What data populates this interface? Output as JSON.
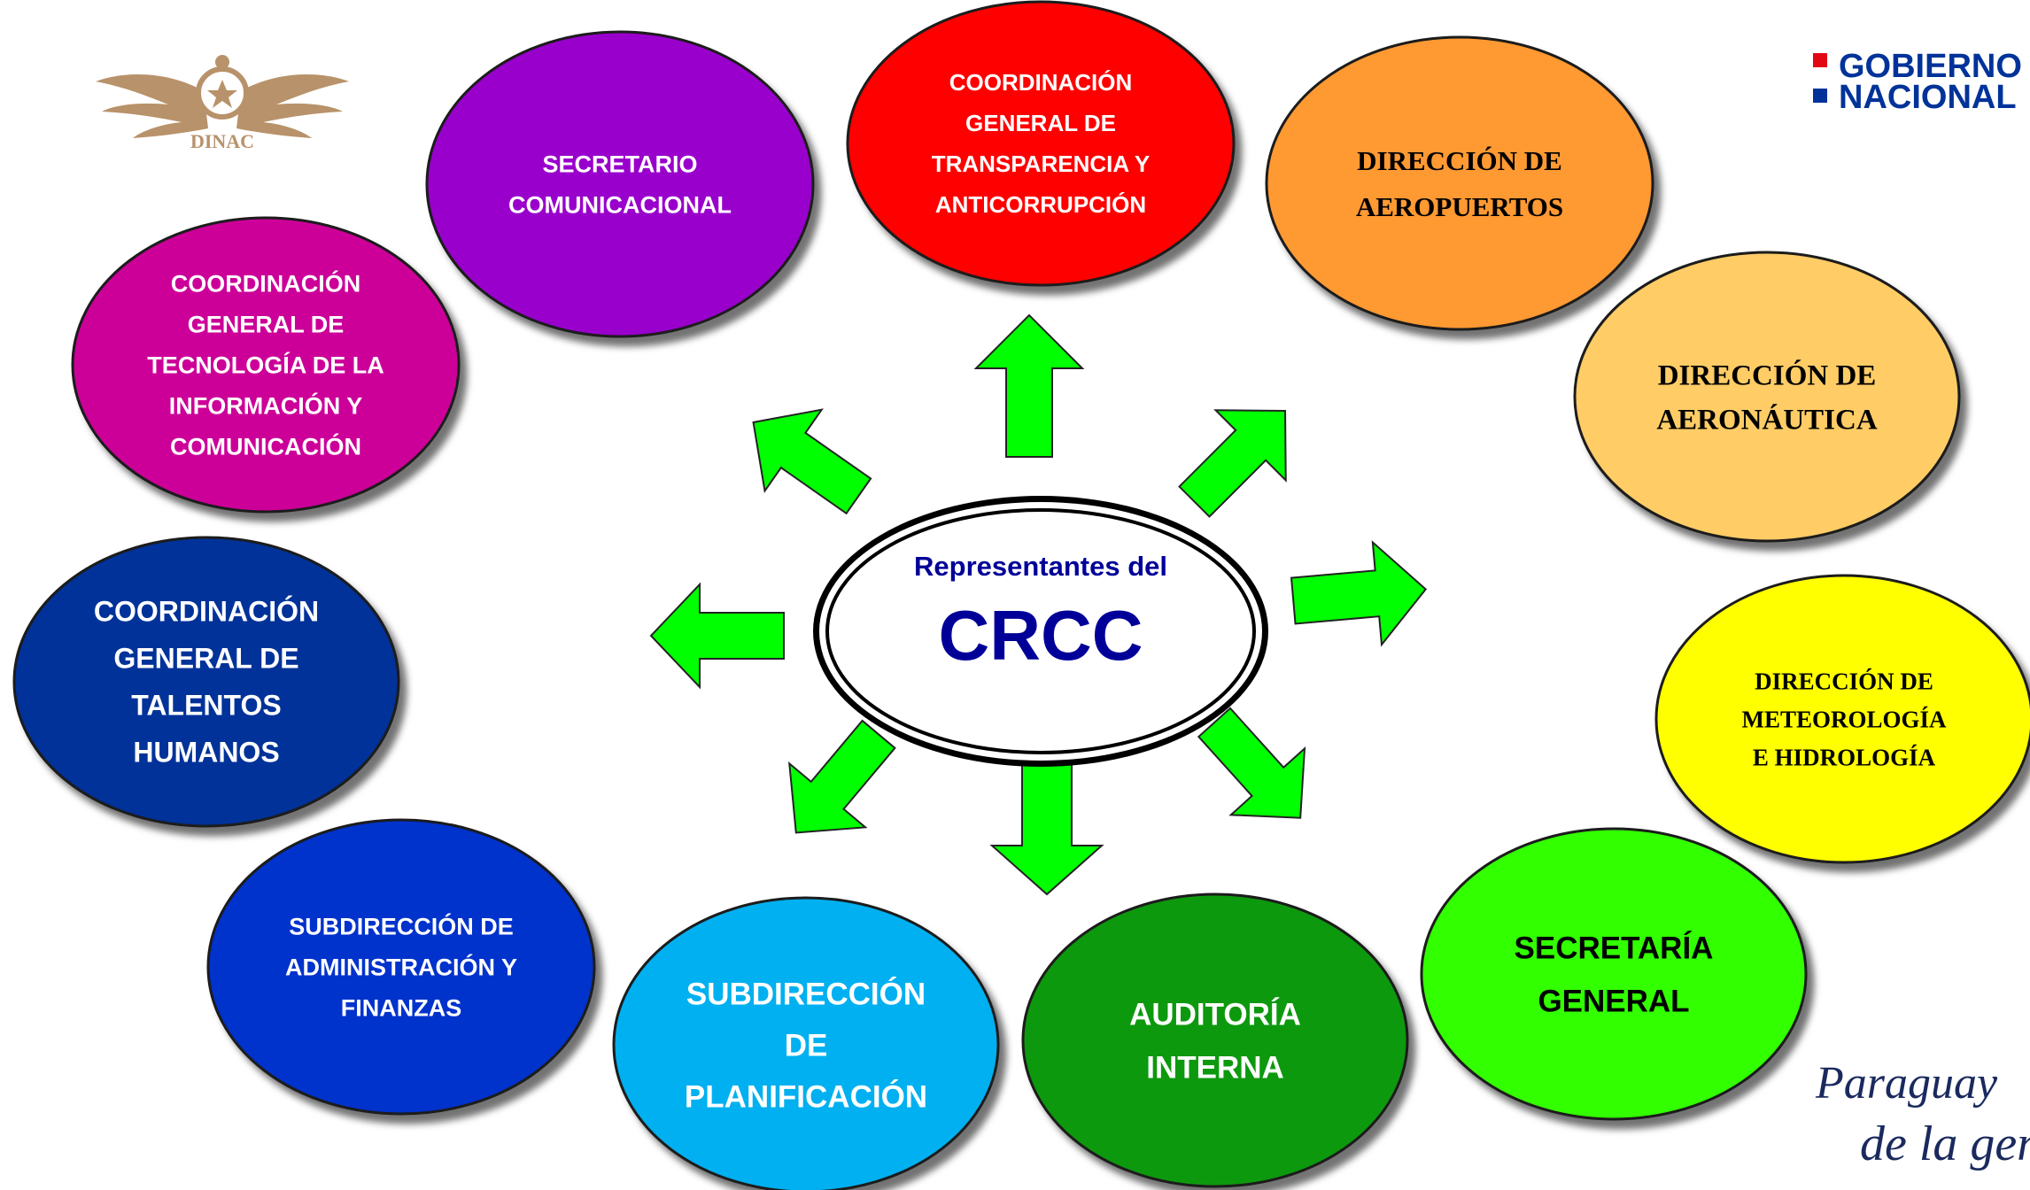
{
  "header": {
    "logo_left_text": "DINAC",
    "logo_right": {
      "line1": "GOBIERNO",
      "line2": "NACIONAL"
    },
    "signature": {
      "line1": "Paraguay",
      "line2": "de la gente"
    }
  },
  "center": {
    "line1": "Representantes del",
    "line2": "CRCC"
  },
  "nodes": [
    {
      "id": "secretario-comunicacional",
      "lines": [
        "SECRETARIO",
        "COMUNICACIONAL"
      ],
      "fill": "#9900cc",
      "text_color": "#ffffff"
    },
    {
      "id": "transparencia",
      "lines": [
        "COORDINACIÓN",
        "GENERAL DE",
        "TRANSPARENCIA Y",
        "ANTICORRUPCIÓN"
      ],
      "fill": "#ff0000",
      "text_color": "#ffffff"
    },
    {
      "id": "aeropuertos",
      "lines": [
        "DIRECCIÓN DE",
        "AEROPUERTOS"
      ],
      "fill": "#ff9933",
      "text_color": "#000000"
    },
    {
      "id": "aeronautica",
      "lines": [
        "DIRECCIÓN DE",
        "AERONÁUTICA"
      ],
      "fill": "#ffcc66",
      "text_color": "#000000"
    },
    {
      "id": "meteorologia",
      "lines": [
        "DIRECCIÓN DE",
        "METEOROLOGÍA",
        "E HIDROLOGÍA"
      ],
      "fill": "#ffff00",
      "text_color": "#000000"
    },
    {
      "id": "secretaria-general",
      "lines": [
        "SECRETARÍA",
        "GENERAL"
      ],
      "fill": "#33ff00",
      "text_color": "#000000"
    },
    {
      "id": "auditoria",
      "lines": [
        "AUDITORÍA",
        "INTERNA"
      ],
      "fill": "#119911",
      "text_color": "#ffffff"
    },
    {
      "id": "planificacion",
      "lines": [
        "SUBDIRECCIÓN",
        "DE",
        "PLANIFICACIÓN"
      ],
      "fill": "#00b0f0",
      "text_color": "#ffffff"
    },
    {
      "id": "administracion",
      "lines": [
        "SUBDIRECCIÓN DE",
        "ADMINISTRACIÓN Y",
        "FINANZAS"
      ],
      "fill": "#0033cc",
      "text_color": "#ffffff"
    },
    {
      "id": "talentos",
      "lines": [
        "COORDINACIÓN",
        "GENERAL DE",
        "TALENTOS",
        "HUMANOS"
      ],
      "fill": "#003399",
      "text_color": "#ffffff"
    },
    {
      "id": "tecnologia",
      "lines": [
        "COORDINACIÓN",
        "GENERAL DE",
        "TECNOLOGÍA DE LA",
        "INFORMACIÓN Y",
        "COMUNICACIÓN"
      ],
      "fill": "#cc0099",
      "text_color": "#ffffff"
    }
  ],
  "colors": {
    "arrow": "#00ff00",
    "center_text": "#000099",
    "dinac_gold": "#b8926a",
    "gobierno_red": "#e30613",
    "gobierno_blue": "#003399",
    "signature": "#1a2a5e"
  }
}
